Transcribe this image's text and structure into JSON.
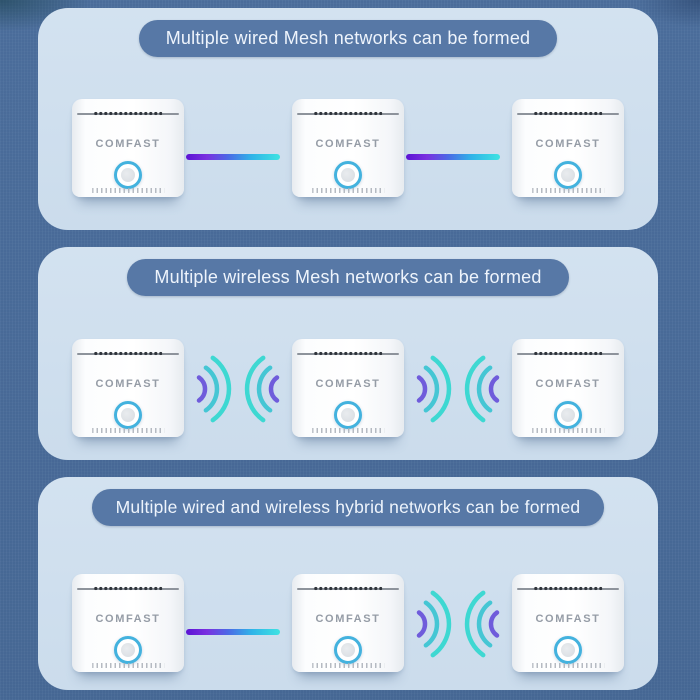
{
  "page": {
    "background_color": "#4a6d99",
    "panel_color": "#cfdfee"
  },
  "device": {
    "brand": "COMFAST",
    "count_per_panel": 3
  },
  "panels": [
    {
      "title": "Multiple wired Mesh networks can be formed",
      "links": [
        "wired",
        "wired"
      ]
    },
    {
      "title": "Multiple wireless Mesh networks can be formed",
      "links": [
        "wireless",
        "wireless"
      ]
    },
    {
      "title": "Multiple wired and wireless hybrid networks can be formed",
      "links": [
        "wired",
        "wireless"
      ]
    }
  ],
  "colors": {
    "title_pill_bg": "#5778a6",
    "title_text": "#eef4fc",
    "cable_gradient_start": "#5b13d4",
    "cable_gradient_end": "#3fe3e2",
    "wifi_wave_inner": "#6f5cdb",
    "wifi_wave_outer": "#3ed8d2",
    "mesh_button_ring": "#43b2de"
  }
}
